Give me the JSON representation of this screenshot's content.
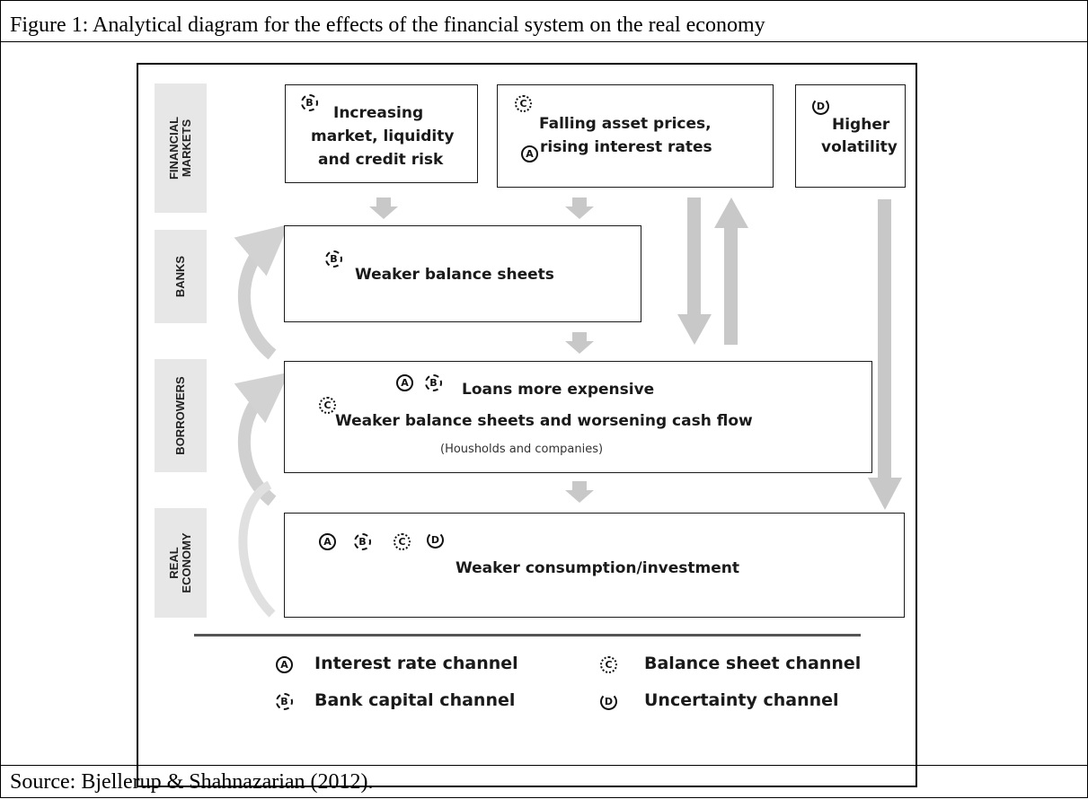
{
  "figure_title": "Figure 1: Analytical diagram for the effects of the financial system on the real economy",
  "source": "Source: Bjellerup & Shahnazarian (2012).",
  "sectors": {
    "financial_markets": "FINANCIAL\nMARKETS",
    "banks": "BANKS",
    "borrowers": "BORROWERS",
    "real_economy": "REAL\nECONOMY"
  },
  "boxes": {
    "market_risk": {
      "line1": "Increasing",
      "line2": "market, liquidity",
      "line3": "and credit risk"
    },
    "asset_prices": {
      "line1": "Falling asset prices,",
      "line2": "rising interest rates"
    },
    "volatility": {
      "line1": "Higher",
      "line2": "volatility"
    },
    "banks": {
      "line1": "Weaker balance sheets"
    },
    "borrowers": {
      "line1": "Loans more expensive",
      "line2": "Weaker balance sheets and worsening cash flow",
      "sub": "(Housholds and companies)"
    },
    "real_economy": {
      "line1": "Weaker consumption/investment"
    }
  },
  "badges": {
    "a": "A",
    "b": "B",
    "c": "C",
    "d": "D"
  },
  "legend": {
    "a": "Interest rate channel",
    "b": "Bank capital channel",
    "c": "Balance sheet channel",
    "d": "Uncertainty channel"
  }
}
